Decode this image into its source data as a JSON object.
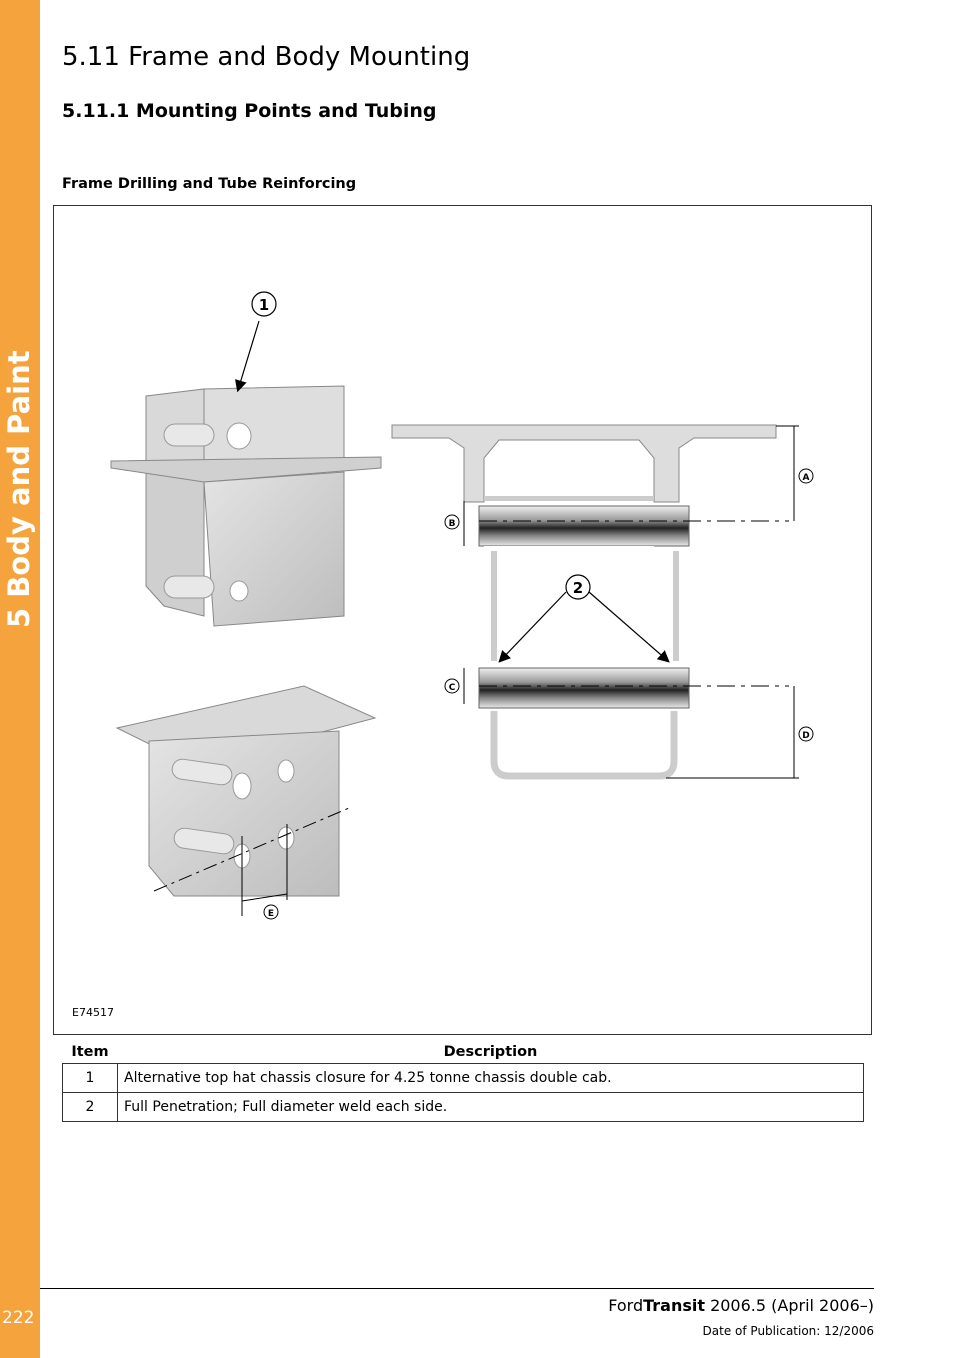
{
  "side_tab": {
    "label": "5 Body and Paint",
    "page_number": "222"
  },
  "heading": {
    "section": "5.11 Frame and Body Mounting",
    "subsection": "5.11.1 Mounting Points and Tubing",
    "figure_title": "Frame Drilling and Tube Reinforcing"
  },
  "figure": {
    "ref": "E74517",
    "callouts": {
      "c1": "1",
      "c2": "2",
      "a": "A",
      "b": "B",
      "c": "C",
      "d": "D",
      "e": "E"
    }
  },
  "table": {
    "headers": {
      "item": "Item",
      "description": "Description"
    },
    "rows": [
      {
        "item": "1",
        "description": "Alternative top hat chassis closure for 4.25 tonne chassis double cab."
      },
      {
        "item": "2",
        "description": "Full Penetration; Full diameter weld each side."
      }
    ]
  },
  "footer": {
    "brand": "Ford",
    "model": "Transit",
    "edition": " 2006.5 (April 2006–)",
    "publication": "Date of Publication: 12/2006"
  }
}
